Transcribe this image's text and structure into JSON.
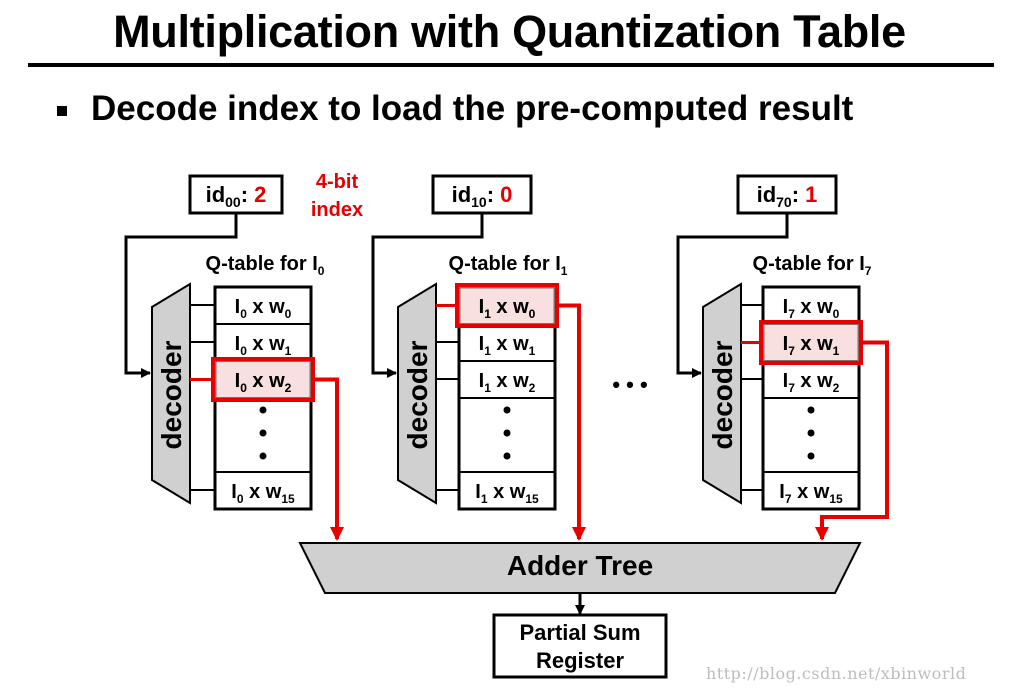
{
  "title": "Multiplication with Quantization Table",
  "bullet": "Decode index to load the pre-computed result",
  "index_note": [
    "4-bit",
    "index"
  ],
  "decoder_label": "decoder",
  "ellipsis": "• • •",
  "adder_label": "Adder Tree",
  "register_label": [
    "Partial Sum",
    "Register"
  ],
  "watermark": "http://blog.csdn.net/xbinworld",
  "colors": {
    "highlight_stroke": "#e60000",
    "highlight_fill": "#f4c7c7",
    "decoder_fill": "#d0d0d0",
    "index_value": "#e60000"
  },
  "groups": [
    {
      "id_base": "id",
      "id_sub": "00",
      "id_value": "2",
      "qtable_base": "Q-table for I",
      "qtable_sub": "0",
      "rows": [
        {
          "base": "I",
          "sub": "0",
          "mid": " x w",
          "wsub": "0"
        },
        {
          "base": "I",
          "sub": "0",
          "mid": " x w",
          "wsub": "1"
        },
        {
          "base": "I",
          "sub": "0",
          "mid": " x w",
          "wsub": "2"
        },
        {
          "base": "I",
          "sub": "0",
          "mid": " x w",
          "wsub": "15"
        }
      ],
      "selected_row": 2
    },
    {
      "id_base": "id",
      "id_sub": "10",
      "id_value": "0",
      "qtable_base": "Q-table for I",
      "qtable_sub": "1",
      "rows": [
        {
          "base": "I",
          "sub": "1",
          "mid": " x w",
          "wsub": "0"
        },
        {
          "base": "I",
          "sub": "1",
          "mid": " x w",
          "wsub": "1"
        },
        {
          "base": "I",
          "sub": "1",
          "mid": " x w",
          "wsub": "2"
        },
        {
          "base": "I",
          "sub": "1",
          "mid": " x w",
          "wsub": "15"
        }
      ],
      "selected_row": 0
    },
    {
      "id_base": "id",
      "id_sub": "70",
      "id_value": "1",
      "qtable_base": "Q-table for I",
      "qtable_sub": "7",
      "rows": [
        {
          "base": "I",
          "sub": "7",
          "mid": " x w",
          "wsub": "0"
        },
        {
          "base": "I",
          "sub": "7",
          "mid": " x w",
          "wsub": "1"
        },
        {
          "base": "I",
          "sub": "7",
          "mid": " x w",
          "wsub": "2"
        },
        {
          "base": "I",
          "sub": "7",
          "mid": " x w",
          "wsub": "15"
        }
      ],
      "selected_row": 1
    }
  ]
}
